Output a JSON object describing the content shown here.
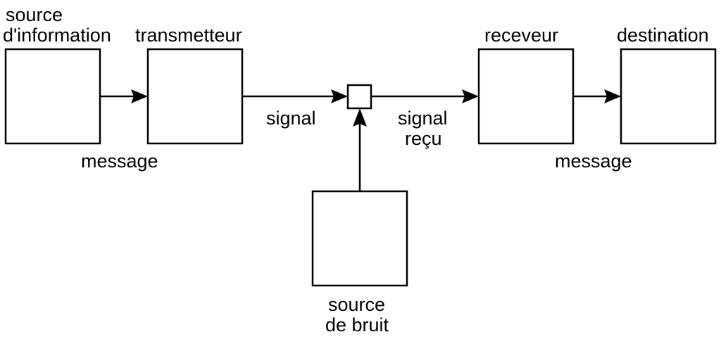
{
  "labels": {
    "source_line1": "source",
    "source_line2": "d'information",
    "transmitter": "transmetteur",
    "receiver": "receveur",
    "destination": "destination",
    "message_left": "message",
    "signal": "signal",
    "received_line1": "signal",
    "received_line2": "reçu",
    "message_right": "message",
    "noise_line1": "source",
    "noise_line2": "de bruit"
  },
  "colors": {
    "stroke": "#000000",
    "fill": "#ffffff"
  }
}
